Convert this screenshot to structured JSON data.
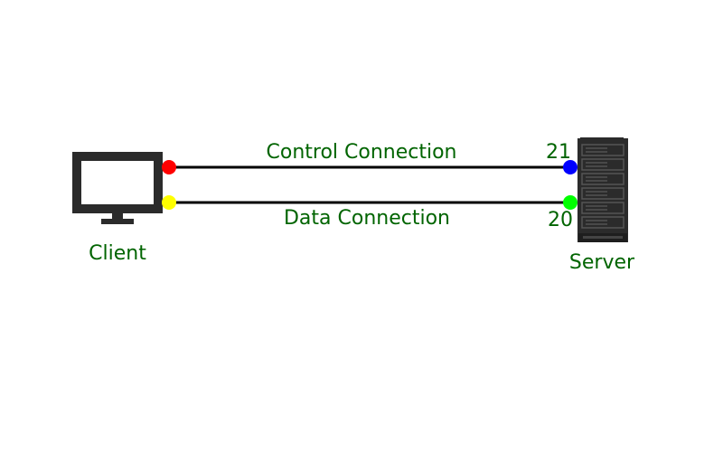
{
  "nodes": {
    "client": {
      "label": "Client"
    },
    "server": {
      "label": "Server"
    }
  },
  "connections": {
    "control": {
      "label": "Control Connection",
      "port": "21"
    },
    "data": {
      "label": "Data Connection",
      "port": "20"
    }
  },
  "colors": {
    "label_text": "#006400",
    "line": "#000000",
    "device_dark": "#2b2b2b",
    "client_control_dot": "#ff0000",
    "client_data_dot": "#ffff00",
    "server_control_dot": "#0000ff",
    "server_data_dot": "#00ff00"
  },
  "icons": {
    "client": "monitor-icon",
    "server": "server-tower-icon"
  }
}
